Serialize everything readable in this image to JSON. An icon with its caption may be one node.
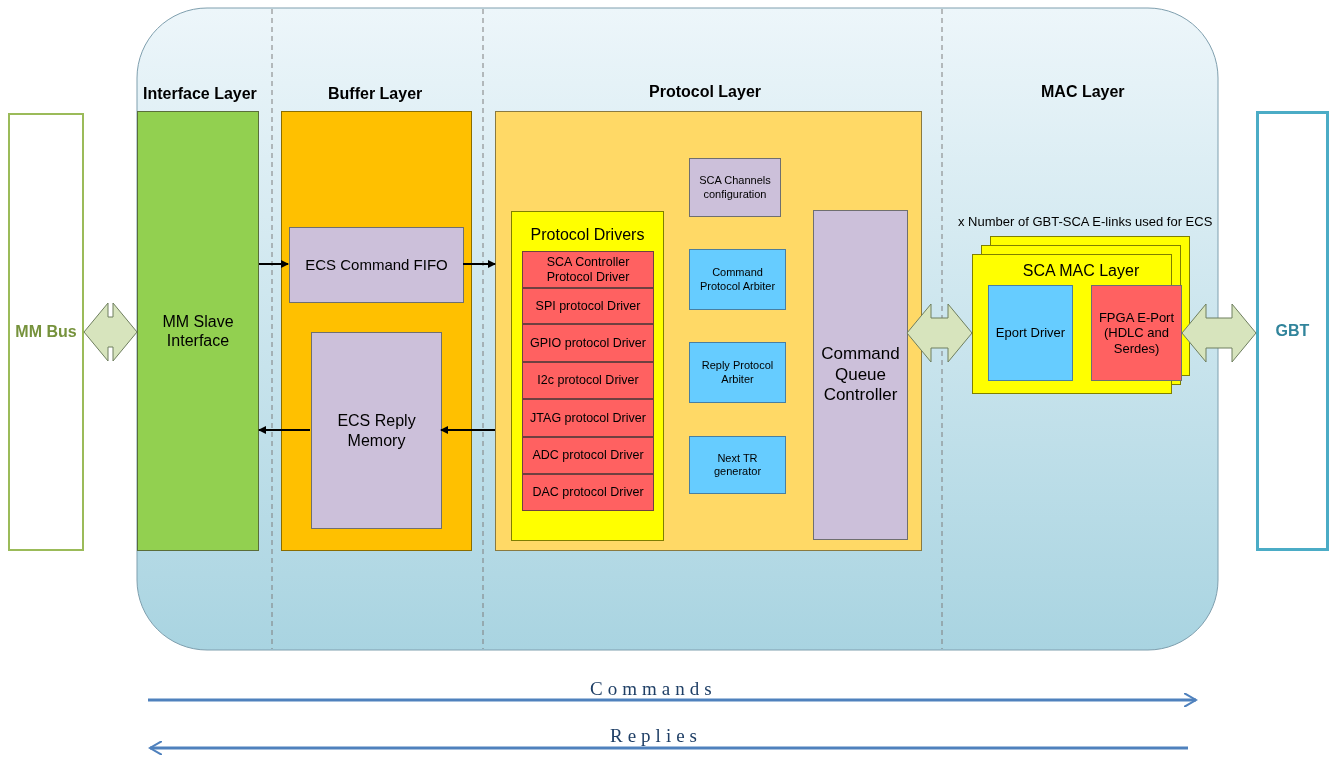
{
  "diagram": {
    "nodes": [
      {
        "text": [
          "MM Bus"
        ]
      },
      {
        "text": [
          "MM Slave Interface"
        ]
      },
      {
        "text": [],
        "shape": "box"
      },
      {
        "text": [
          "ECS Command FIFO"
        ],
        "in": 2
      },
      {
        "text": [
          "ECS Reply Memory"
        ],
        "in": 2
      },
      {
        "text": [],
        "shape": "box"
      },
      {
        "text": [
          "Protocol Drivers"
        ],
        "in": 5
      },
      {
        "text": [
          "SCA Controller Protocol Driver"
        ],
        "in": 6
      },
      {
        "text": [
          "SPI  protocol Driver"
        ],
        "in": 6
      },
      {
        "text": [
          "GPIO  protocol Driver"
        ],
        "in": 6
      },
      {
        "text": [
          "I2c protocol Driver"
        ],
        "in": 6
      },
      {
        "text": [
          "JTAG protocol Driver"
        ],
        "in": 6
      },
      {
        "text": [
          "ADC protocol Driver"
        ],
        "in": 6
      },
      {
        "text": [
          "DAC protocol Driver"
        ],
        "in": 6
      },
      {
        "text": [
          "SCA Channels configuration"
        ],
        "in": 5
      },
      {
        "text": [
          "Command Protocol Arbiter"
        ],
        "in": 5
      },
      {
        "text": [
          "Reply Protocol Arbiter"
        ],
        "in": 5
      },
      {
        "text": [
          "Next TR generator"
        ],
        "in": 5
      },
      {
        "text": [
          "Command Queue Controller"
        ],
        "in": 5
      },
      {
        "text": [
          "SCA MAC Layer"
        ],
        "beside": [
          "x Number of GBT-SCA E-links used for ECS"
        ]
      },
      {
        "text": [
          "Eport Driver"
        ],
        "in": 19
      },
      {
        "text": [
          "FPGA E-Port (HDLC and Serdes)"
        ],
        "in": 19
      },
      {
        "text": [
          "GBT"
        ]
      }
    ],
    "edges": [
      {
        "from": 0,
        "to": 1,
        "arrow": "both",
        "style": "thick"
      },
      {
        "from": 1,
        "to": 3,
        "arrow": "to"
      },
      {
        "from": 3,
        "to": 5,
        "arrow": "to"
      },
      {
        "from": 5,
        "to": 4,
        "arrow": "to"
      },
      {
        "from": 4,
        "to": 1,
        "arrow": "to"
      },
      {
        "from": 18,
        "to": 19,
        "arrow": "both",
        "style": "thick"
      },
      {
        "from": 21,
        "to": 22,
        "arrow": "both",
        "style": "thick"
      }
    ],
    "labels": [
      "Interface Layer",
      "Buffer Layer",
      "Protocol Layer",
      "MAC Layer",
      "Commands",
      "Replies"
    ]
  }
}
